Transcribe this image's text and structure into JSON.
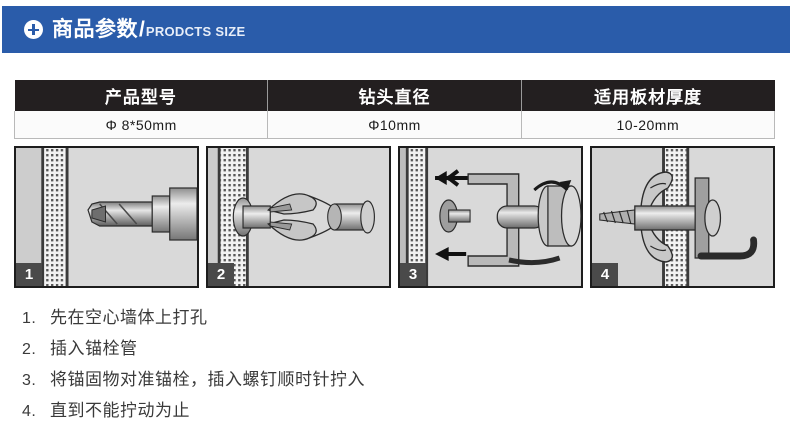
{
  "banner": {
    "icon": "plus-circle-icon",
    "title_cn": "商品参数",
    "separator": "/",
    "title_en": "PRODCTS SIZE",
    "background_color": "#2a5caa"
  },
  "spec_table": {
    "headers": [
      "产品型号",
      "钻头直径",
      "适用板材厚度"
    ],
    "rows": [
      [
        "Φ 8*50mm",
        "Φ10mm",
        "10-20mm"
      ]
    ],
    "header_background": "#231f20",
    "row_background": "#fbfbfb"
  },
  "panels": [
    {
      "badge": "1",
      "caption": "drill-bit-into-hollow-wall-illustration"
    },
    {
      "badge": "2",
      "caption": "insert-anchor-sleeve-illustration"
    },
    {
      "badge": "3",
      "caption": "setting-tool-compress-anchor-illustration"
    },
    {
      "badge": "4",
      "caption": "screw-hook-installed-illustration"
    }
  ],
  "steps": [
    {
      "num": "1.",
      "text": "先在空心墙体上打孔"
    },
    {
      "num": "2.",
      "text": "插入锚栓管"
    },
    {
      "num": "3.",
      "text": "将锚固物对准锚栓，插入螺钉顺时针拧入"
    },
    {
      "num": "4.",
      "text": "直到不能拧动为止"
    }
  ]
}
